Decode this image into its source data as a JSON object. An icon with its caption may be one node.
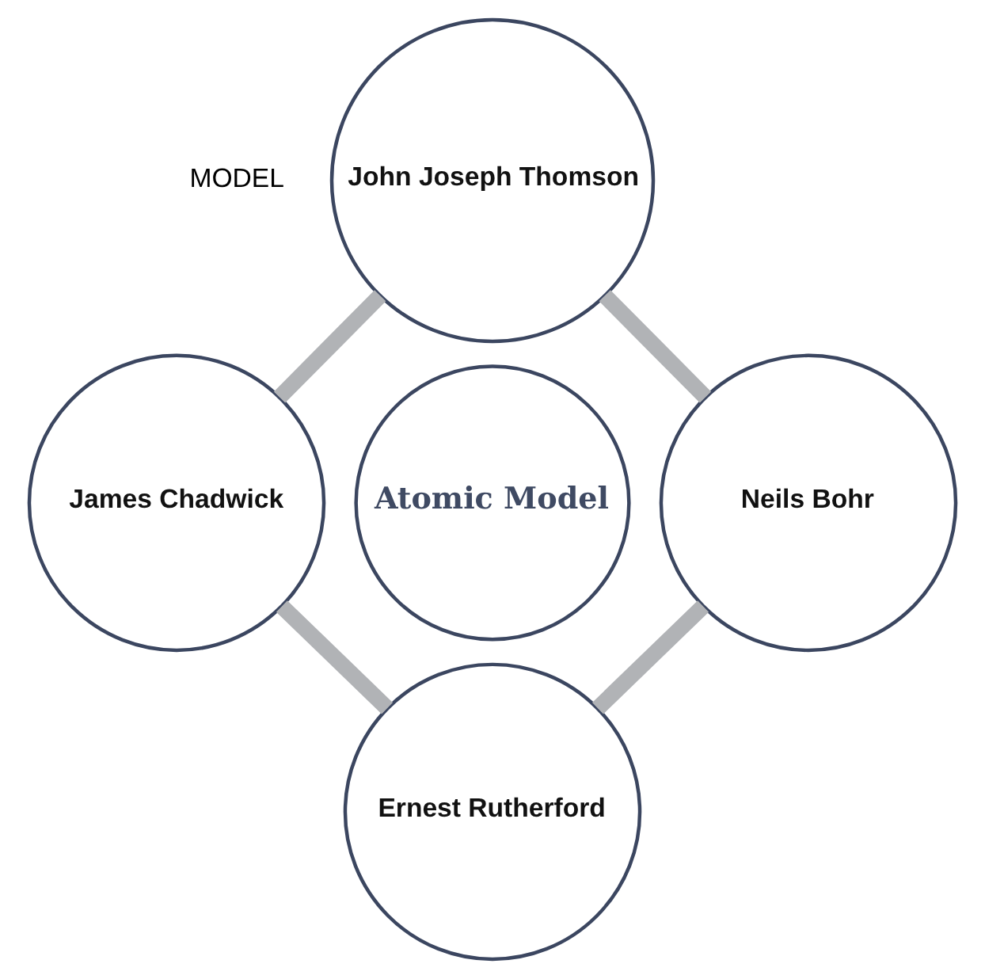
{
  "diagram": {
    "nodes": [
      {
        "text": [
          "John Joseph Thomson"
        ]
      },
      {
        "text": [
          "James Chadwick"
        ]
      },
      {
        "text": [
          "Atomic Model"
        ]
      },
      {
        "text": [
          "Neils Bohr"
        ]
      },
      {
        "text": [
          "Ernest Rutherford"
        ]
      }
    ],
    "edges": [
      {
        "from": 0,
        "to": 3,
        "arrow": "none"
      },
      {
        "from": 3,
        "to": 4,
        "arrow": "none"
      },
      {
        "from": 4,
        "to": 1,
        "arrow": "none"
      },
      {
        "from": 1,
        "to": 0,
        "arrow": "none"
      }
    ],
    "labels": [
      "MODEL"
    ]
  }
}
